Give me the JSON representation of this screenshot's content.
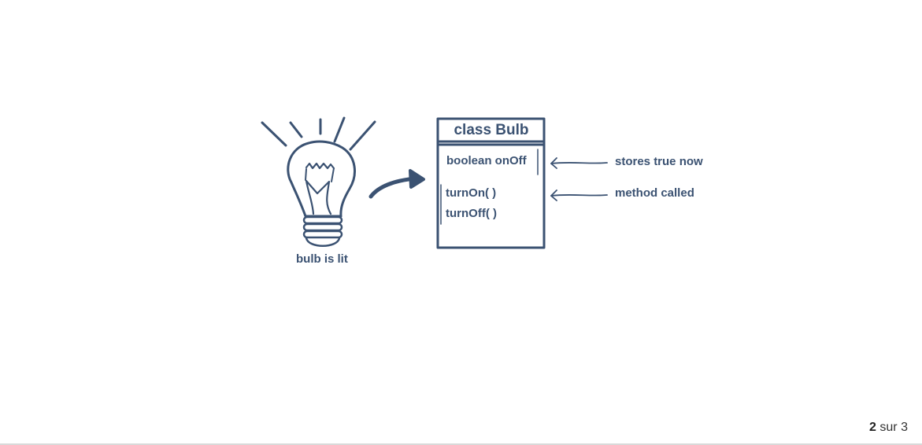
{
  "diagram": {
    "bulb_caption": "bulb is lit",
    "class_box": {
      "title": "class Bulb",
      "field": "boolean onOff",
      "methods": [
        "turnOn( )",
        "turnOff( )"
      ]
    },
    "annotations": [
      "stores true now",
      "method called"
    ]
  },
  "pager": {
    "current": "2",
    "separator": "sur",
    "total": "3"
  },
  "colors": {
    "ink": "#3b5272",
    "background": "#ffffff"
  }
}
